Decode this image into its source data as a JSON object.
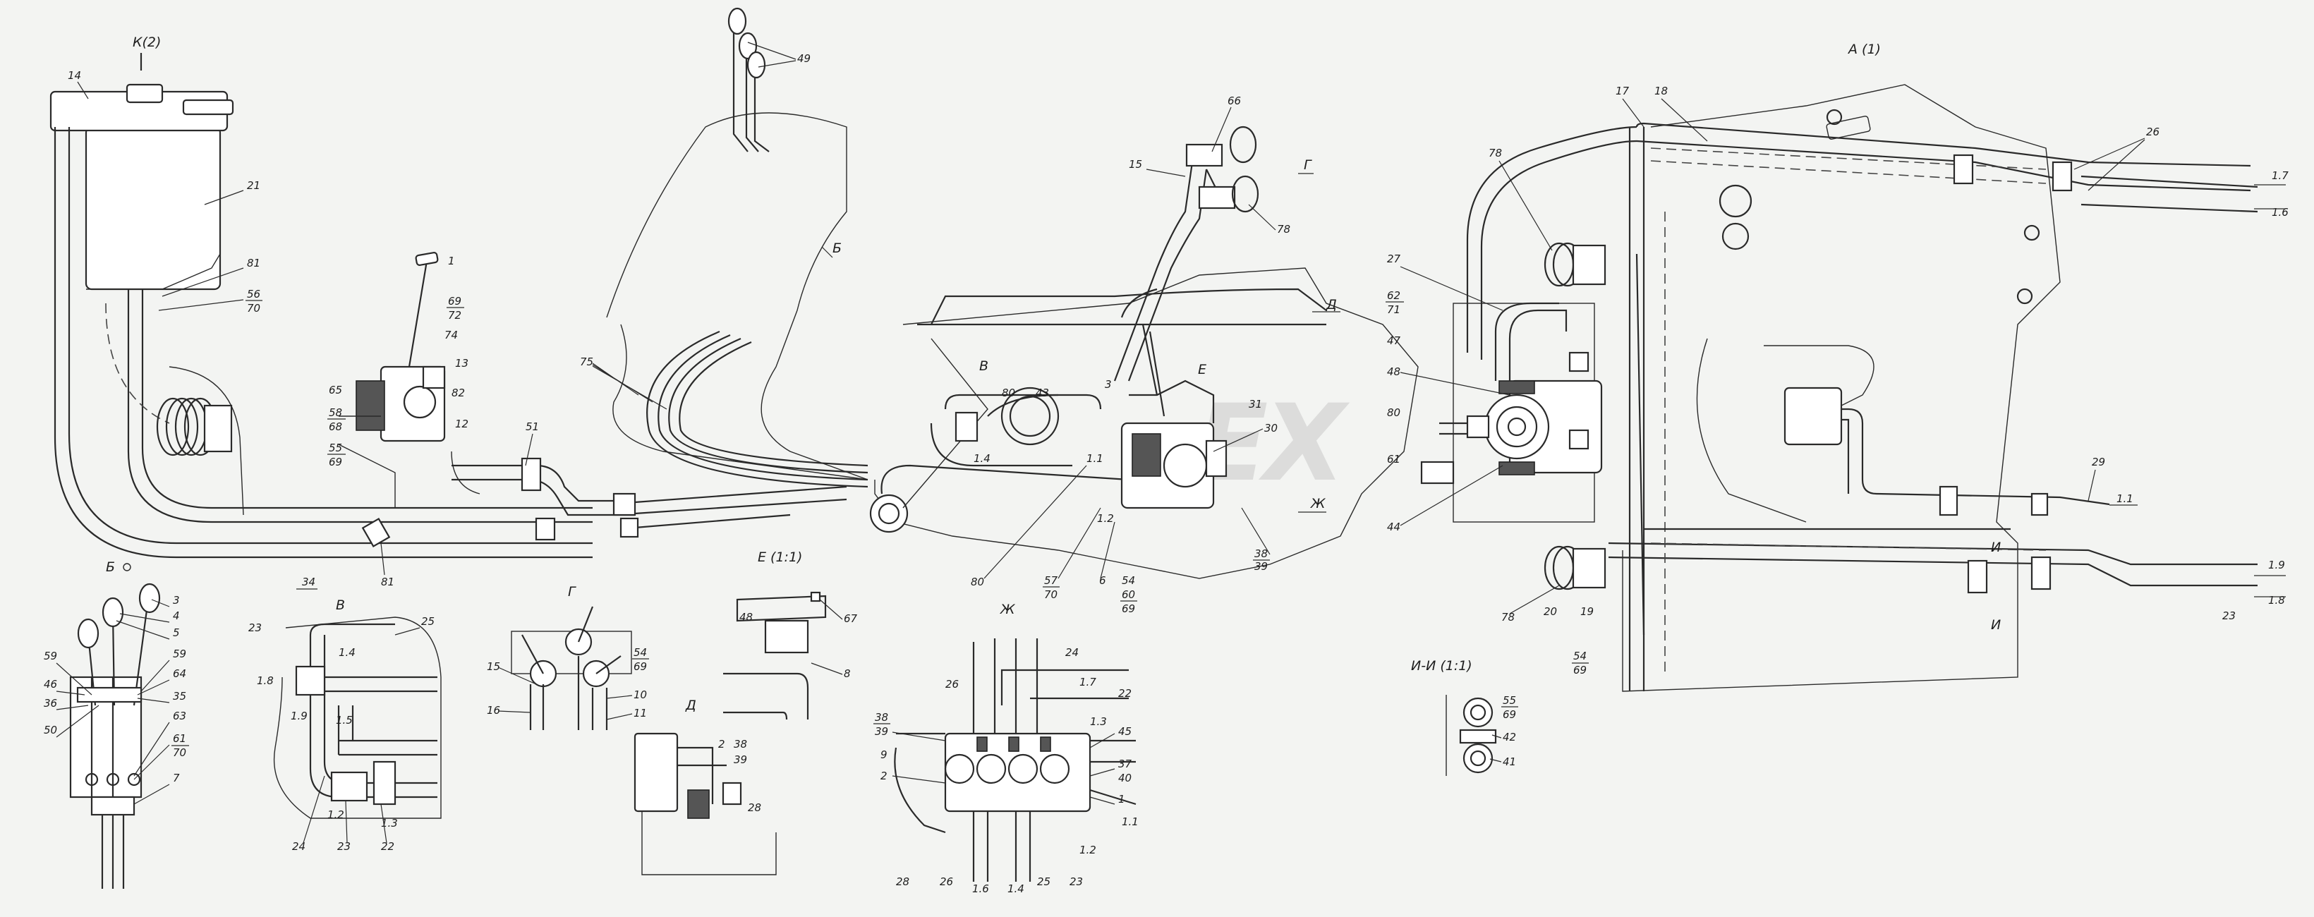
{
  "watermark": "EX",
  "view_titles": {
    "k2": "К(2)",
    "a1": "А (1)",
    "b_view": "Б",
    "b_detail": "Б",
    "v_arrow": "В",
    "v_detail": "В",
    "g_arrow": "Г",
    "g_detail": "Г",
    "d_arrow": "Д",
    "d_detail": "Д",
    "e_arrow": "Е",
    "e_detail": "Е (1:1)",
    "zh_arrow": "Ж",
    "zh_detail": "Ж",
    "ii": "И-И (1:1)",
    "i_top": "И",
    "i_bot": "И"
  },
  "callouts": {
    "c14": "14",
    "c21": "21",
    "c81a": "81",
    "c56": "56",
    "c70a": "70",
    "c1": "1",
    "c69a": "69",
    "c72": "72",
    "c74": "74",
    "c13": "13",
    "c65": "65",
    "c58": "58",
    "c68": "68",
    "c82": "82",
    "c12": "12",
    "c55": "55",
    "c69b": "69",
    "c51": "51",
    "c34": "34",
    "c81b": "81",
    "c49": "49",
    "c75": "75",
    "c66": "66",
    "c15": "15",
    "c78a": "78",
    "c80a": "80",
    "c43": "43",
    "c3": "3",
    "c14b": "1.4",
    "c31": "31",
    "c30": "30",
    "c11": "1.1",
    "c12b": "1.2",
    "c57": "57",
    "c70b": "70",
    "c6": "6",
    "c54a": "54",
    "c60": "60",
    "c69c": "69",
    "c38a": "38",
    "c39a": "39",
    "c80b": "80",
    "c27": "27",
    "c62": "62",
    "c71": "71",
    "c47": "47",
    "c48": "48",
    "c80c": "80",
    "c61a": "61",
    "c44": "44",
    "c78b": "78",
    "c17": "17",
    "c18": "18",
    "c26a": "26",
    "c17b": "1.7",
    "c16b": "1.6",
    "c29": "29",
    "c11b": "1.1",
    "c19b": "1.9",
    "c18b": "1.8",
    "c23a": "23",
    "c78c": "78",
    "c20": "20",
    "c19": "19",
    "c54b": "54",
    "c69d": "69",
    "c3b": "3",
    "c4": "4",
    "c5": "5",
    "c59a": "59",
    "c46": "46",
    "c59b": "59",
    "c64": "64",
    "c36": "36",
    "c35": "35",
    "c63": "63",
    "c50": "50",
    "c61b": "61",
    "c70c": "70",
    "c7": "7",
    "c23b": "23",
    "c25a": "25",
    "c14c": "1.4",
    "c18c": "1.8",
    "c19c": "1.9",
    "c15c": "1.5",
    "c12c": "1.2",
    "c13c": "1.3",
    "c24a": "24",
    "c23c": "23",
    "c22a": "22",
    "c15d": "15",
    "c16": "16",
    "c54c": "54",
    "c69e": "69",
    "c10": "10",
    "c11d": "11",
    "c2": "2",
    "c38b": "38",
    "c39b": "39",
    "c28a": "28",
    "c48e": "48",
    "c67": "67",
    "c8": "8",
    "c38c": "38",
    "c39c": "39",
    "c9": "9",
    "c2b": "2",
    "c26b": "26",
    "c24b": "24",
    "c17c": "1.7",
    "c22b": "22",
    "c13d": "1.3",
    "c45": "45",
    "c37": "37",
    "c40": "40",
    "c1b": "1",
    "c11c": "1.1",
    "c12d": "1.2",
    "c28b": "28",
    "c26c": "26",
    "c16c": "1.6",
    "c14d": "1.4",
    "c25b": "25",
    "c23d": "23",
    "c55b": "55",
    "c69f": "69",
    "c42": "42",
    "c41": "41"
  },
  "colors": {
    "line": "#2a2a2a",
    "background": "#f3f4f2",
    "watermark": "#c9c9c9"
  }
}
